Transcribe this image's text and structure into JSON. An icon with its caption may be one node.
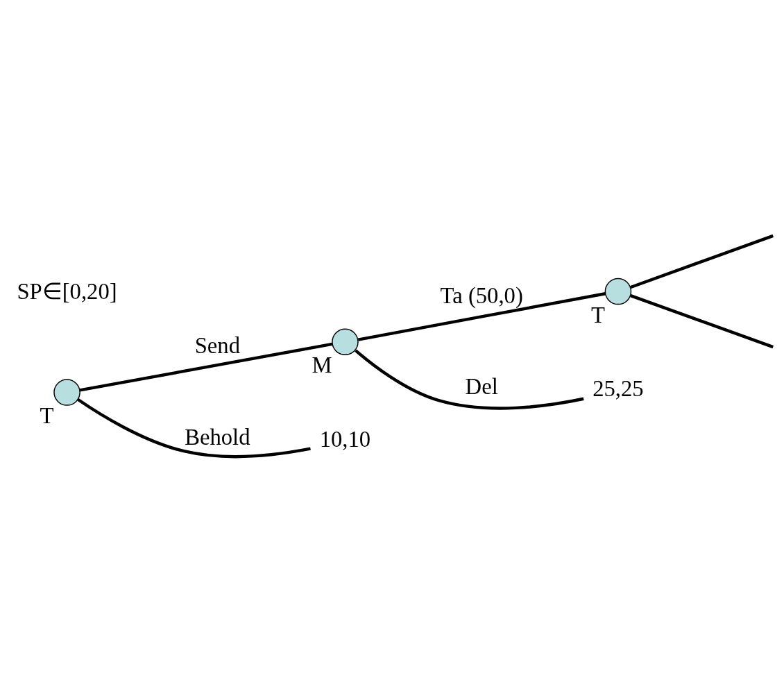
{
  "diagram": {
    "nodes": [
      {
        "text": [],
        "shape": "circle",
        "beside": [
          "T"
        ]
      },
      {
        "text": [],
        "shape": "circle",
        "beside": [
          "M"
        ]
      },
      {
        "text": [],
        "shape": "circle",
        "beside": [
          "T"
        ]
      },
      {
        "text": [
          "25,25"
        ]
      },
      {
        "text": [
          "10,10"
        ]
      }
    ],
    "edges": [
      {
        "from": 0,
        "to": 1,
        "arrow": "none",
        "label": "Send"
      },
      {
        "from": 1,
        "to": 3,
        "arrow": "none",
        "label": "Del"
      },
      {
        "from": 1,
        "to": 2,
        "arrow": "none",
        "label": "Ta (50,0)"
      },
      {
        "from": 0,
        "to": 4,
        "arrow": "none",
        "label": "Behold"
      },
      {
        "from": 2,
        "to": null,
        "arrow": "none"
      },
      {
        "from": 2,
        "to": null,
        "arrow": "none"
      }
    ],
    "labels": [
      "SP∈[0,20]"
    ]
  }
}
